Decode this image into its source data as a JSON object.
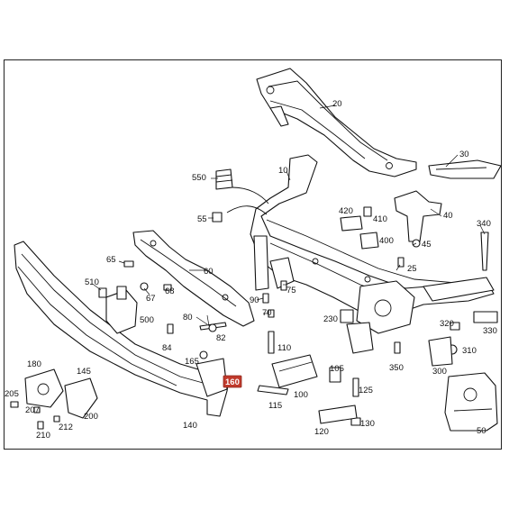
{
  "diagram": {
    "highlight_color": "#c0392b",
    "part_numbers": {
      "p10": "10",
      "p20": "20",
      "p25": "25",
      "p30": "30",
      "p40": "40",
      "p45": "45",
      "p50": "50",
      "p55": "55",
      "p60": "60",
      "p65": "65",
      "p67": "67",
      "p68": "68",
      "p70": "70",
      "p75": "75",
      "p80": "80",
      "p82": "82",
      "p84": "84",
      "p90": "90",
      "p100": "100",
      "p105": "105",
      "p110": "110",
      "p115": "115",
      "p120": "120",
      "p125": "125",
      "p130": "130",
      "p140": "140",
      "p145": "145",
      "p160": "160",
      "p165": "165",
      "p180": "180",
      "p200": "200",
      "p205": "205",
      "p207": "207",
      "p210": "210",
      "p212": "212",
      "p230": "230",
      "p300": "300",
      "p310": "310",
      "p320": "320",
      "p330": "330",
      "p340": "340",
      "p350": "350",
      "p400": "400",
      "p410": "410",
      "p420": "420",
      "p500": "500",
      "p510": "510",
      "p550": "550"
    }
  }
}
